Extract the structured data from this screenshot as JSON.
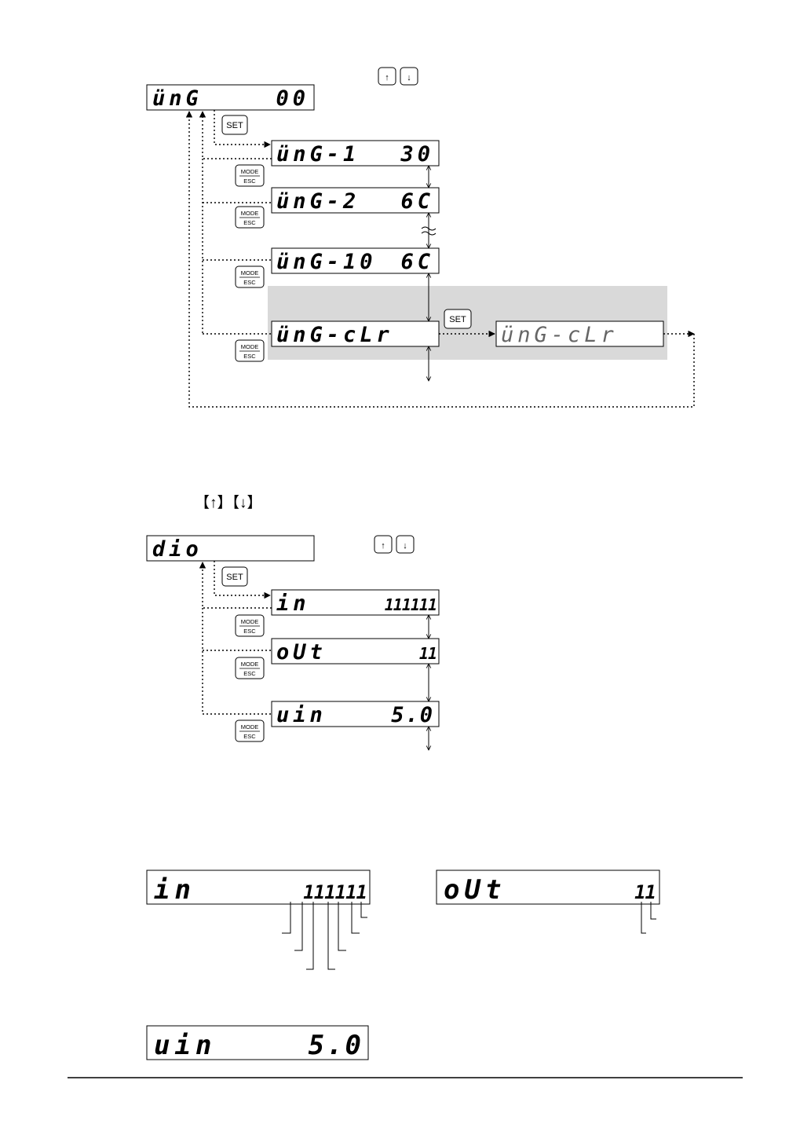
{
  "displays": {
    "ung_top": {
      "left": "ünG",
      "right": "00"
    },
    "ung1": {
      "left": "ünG-1",
      "right": "30"
    },
    "ung2": {
      "left": "ünG-2",
      "right": "6C"
    },
    "ung10": {
      "left": "ünG-10",
      "right": "6C"
    },
    "ungclr": {
      "left": "ünG-cLr",
      "right": ""
    },
    "ungclr_blink": {
      "left": "ünG-cLr",
      "right": ""
    },
    "dio": {
      "left": "dio",
      "right": ""
    },
    "in": {
      "left": "in",
      "right": "111111"
    },
    "out": {
      "left": "oUt",
      "right": "11"
    },
    "vin": {
      "left": "uin",
      "right": "5.0"
    }
  },
  "keys": {
    "set": "SET",
    "mode": "MODE",
    "esc": "ESC",
    "up": "↑",
    "down": "↓"
  },
  "bracket_keys": "【↑】【↓】",
  "colors": {
    "highlight": "#d9d9d9",
    "text": "#000000"
  }
}
